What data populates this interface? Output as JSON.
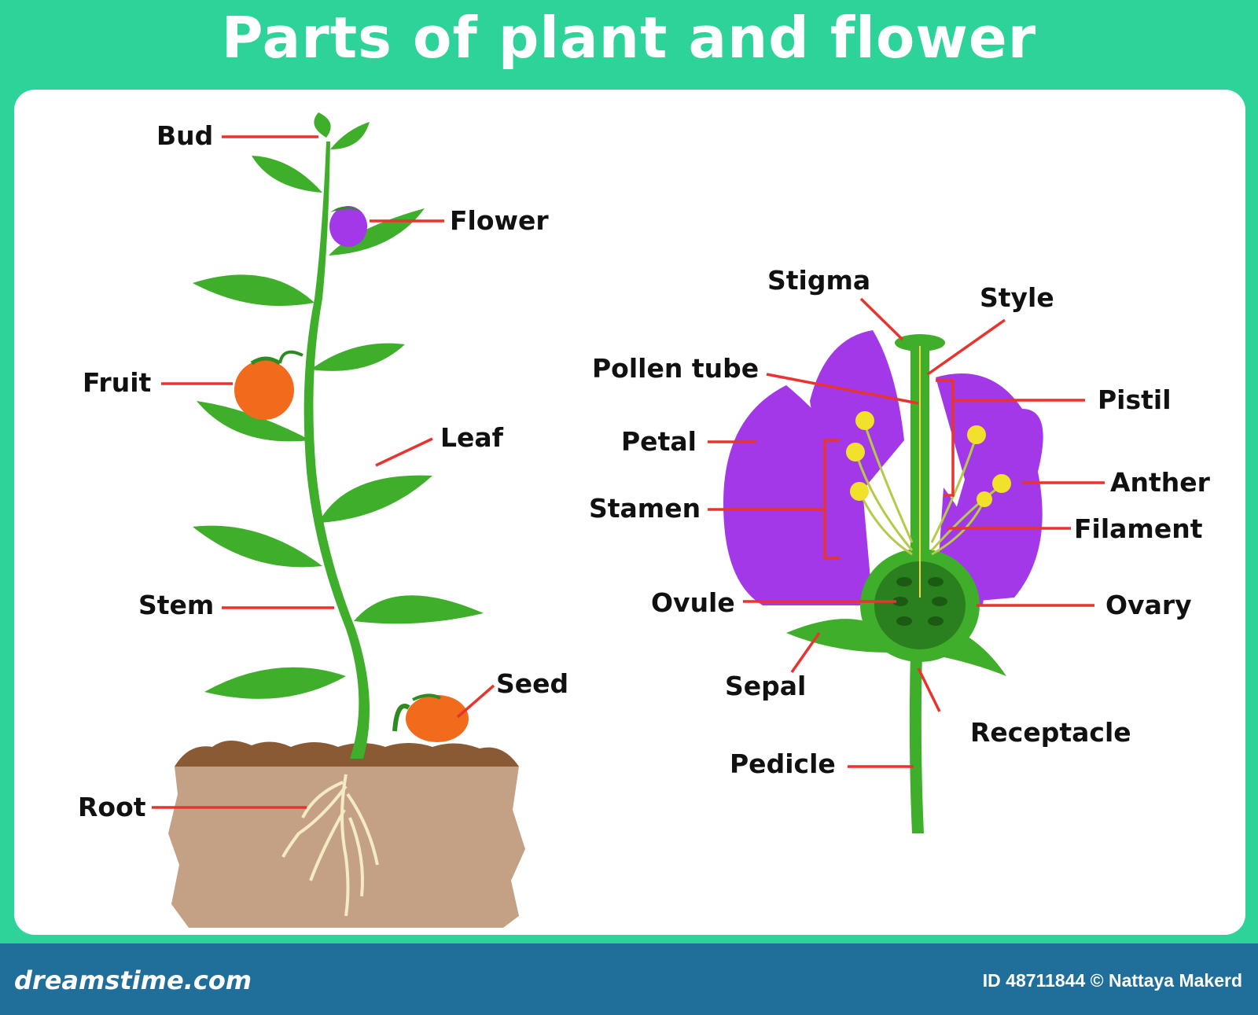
{
  "title": "Parts of plant and flower",
  "plant_labels": {
    "bud": "Bud",
    "flower": "Flower",
    "fruit": "Fruit",
    "leaf": "Leaf",
    "stem": "Stem",
    "seed": "Seed",
    "root": "Root"
  },
  "flower_labels": {
    "stigma": "Stigma",
    "style": "Style",
    "pollen_tube": "Pollen tube",
    "pistil": "Pistil",
    "petal": "Petal",
    "anther": "Anther",
    "stamen": "Stamen",
    "filament": "Filament",
    "ovule": "Ovule",
    "ovary": "Ovary",
    "sepal": "Sepal",
    "receptacle": "Receptacle",
    "pedicle": "Pedicle"
  },
  "footer": {
    "brand": "dreamstime.com",
    "credit": "ID 48711844 © Nattaya Makerd"
  },
  "colors": {
    "background": "#2ed39a",
    "footer": "#1f6f9a",
    "leader_line": "#e8342e",
    "leaf": "#3fae2a",
    "petal": "#a238e8",
    "soil": "#c4a085",
    "fruit": "#f26a1b"
  }
}
